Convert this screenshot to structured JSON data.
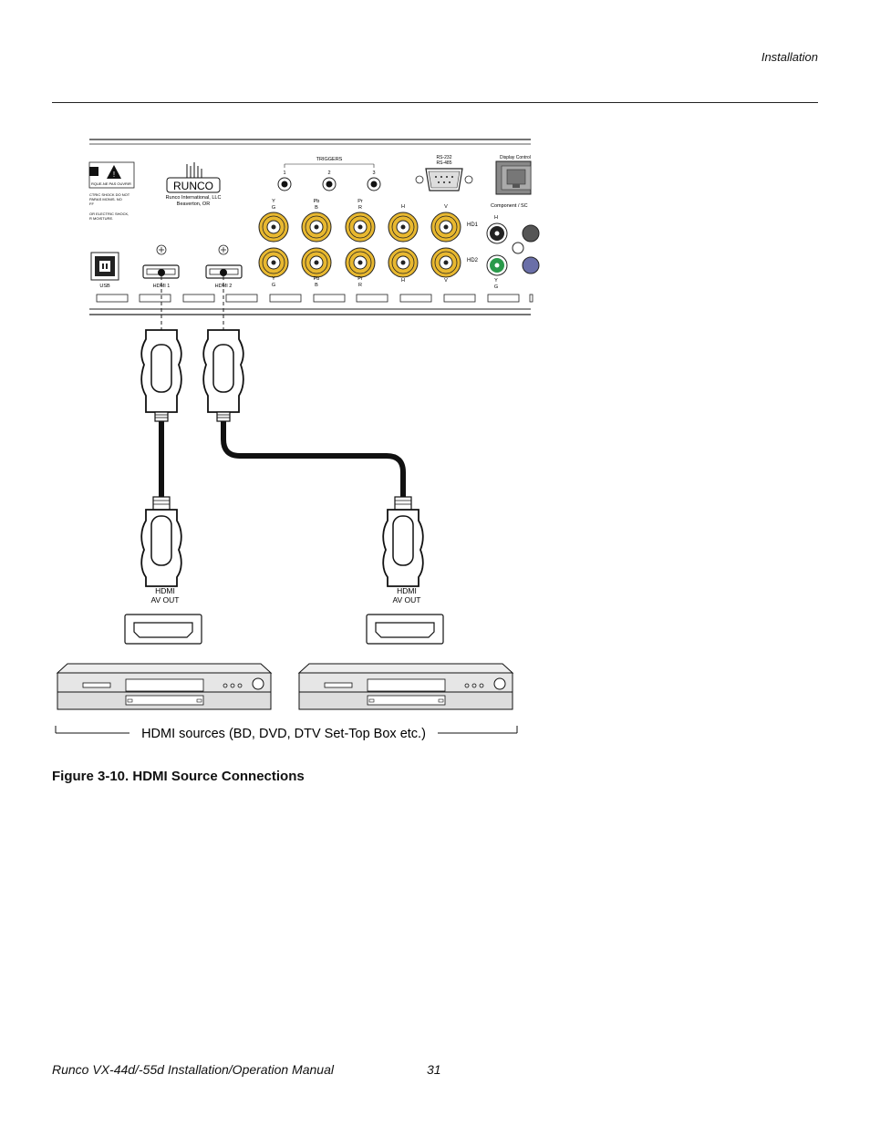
{
  "header": {
    "section": "Installation"
  },
  "figure": {
    "panel": {
      "triggers_label": "TRIGGERS",
      "trigger_numbers": [
        "1",
        "2",
        "3"
      ],
      "rs232_label": "RS-232",
      "rs485_label": "RS-485",
      "display_control_label": "Display Control",
      "brand_logo": "RUNCO",
      "company_line1": "Runco International, LLC",
      "company_line2": "Beaverton, OR",
      "warning_lines": [
        "CTRIC SHOCK DO NOT",
        "PARAS MONIS. NO",
        "FF",
        "OR ELECTRIC SHOCK,",
        "R MOISTURE."
      ],
      "warning_box_text": "RQUE-NE PAS OUVRIR",
      "bnc_top_labels": [
        [
          "Y",
          "G"
        ],
        [
          "Pb",
          "B"
        ],
        [
          "Pr",
          "R"
        ],
        [
          "H",
          ""
        ],
        [
          "V",
          ""
        ]
      ],
      "bnc_bottom_labels": [
        [
          "Pb",
          "B"
        ],
        [
          "Pr",
          "R"
        ],
        [
          "H",
          ""
        ],
        [
          "V",
          ""
        ]
      ],
      "bnc_bottom_first": [
        "Y",
        "G"
      ],
      "hd1_label": "HD1",
      "hd2_label": "HD2",
      "component_label": "Component / SC",
      "component_h": "H",
      "component_y": "Y",
      "component_g": "G",
      "usb_label": "USB",
      "hdmi1_label": "HDMI 1",
      "hdmi2_label": "HDMI 2"
    },
    "source_left": {
      "line1": "HDMI",
      "line2": "AV OUT"
    },
    "source_right": {
      "line1": "HDMI",
      "line2": "AV OUT"
    },
    "bracket_label": "HDMI sources (BD, DVD, DTV Set-Top Box etc.)"
  },
  "caption": "Figure 3-10. HDMI Source Connections",
  "footer": {
    "title": "Runco VX-44d/-55d Installation/Operation Manual",
    "page": "31"
  }
}
